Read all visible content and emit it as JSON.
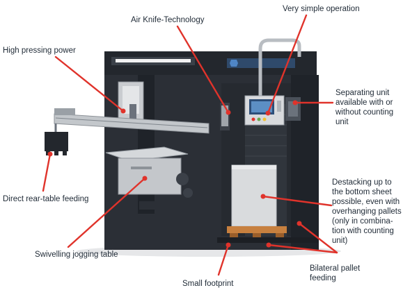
{
  "labels": {
    "very_simple_operation": "Very simple operation",
    "air_knife": "Air Knife-Technology",
    "high_pressing": "High pressing power",
    "separating_unit": "Separating unit\navailable with or\nwithout counting\nunit",
    "direct_rear_table": "Direct rear-table feeding",
    "destacking": "Destacking up to\nthe bottom sheet\npossible, even with\noverhanging pallets\n(only in combina-\ntion with counting\nunit)",
    "swivelling": "Swivelling jogging table",
    "bilateral": "Bilateral pallet\nfeeding",
    "small_footprint": "Small footprint"
  },
  "colors": {
    "leader": "#e0332b",
    "frame": "#2b2f36",
    "frame_dark": "#1c1f24",
    "steel": "#c9ccd0",
    "pallet": "#c7803f",
    "text": "#1f2a36"
  }
}
